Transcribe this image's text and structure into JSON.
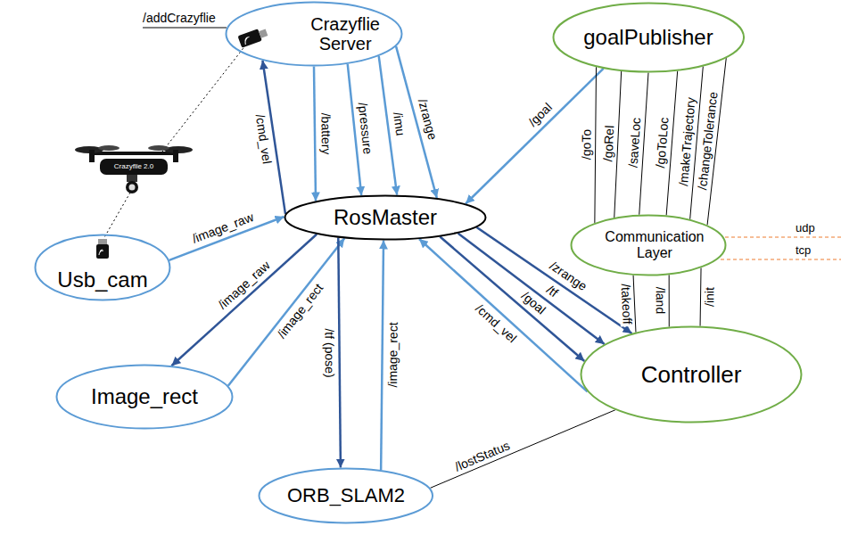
{
  "diagram": {
    "nodes": [
      {
        "text": [
          "Crazyflie Server"
        ]
      },
      {
        "text": [
          "goalPublisher"
        ]
      },
      {
        "text": [
          "RosMaster"
        ]
      },
      {
        "text": [
          "Communication Layer"
        ]
      },
      {
        "text": [
          "Usb_cam"
        ]
      },
      {
        "text": [
          "Controller"
        ]
      },
      {
        "text": [
          "Image_rect"
        ]
      },
      {
        "text": [
          "ORB_SLAM2"
        ]
      }
    ],
    "edges": [
      {
        "from": 2,
        "to": 0,
        "label": "/cmd_vel",
        "arrow": "to"
      },
      {
        "from": 0,
        "to": 2,
        "label": "/battery",
        "arrow": "to"
      },
      {
        "from": 0,
        "to": 2,
        "label": "/pressure",
        "arrow": "to"
      },
      {
        "from": 0,
        "to": 2,
        "label": "/imu",
        "arrow": "to"
      },
      {
        "from": 0,
        "to": 2,
        "label": "/zrange",
        "arrow": "to"
      },
      {
        "from": 1,
        "to": 2,
        "label": "/goal",
        "arrow": "to"
      },
      {
        "from": 4,
        "to": 2,
        "label": "/image_raw",
        "arrow": "to"
      },
      {
        "from": 2,
        "to": 6,
        "label": "/image_raw",
        "arrow": "to"
      },
      {
        "from": 6,
        "to": 2,
        "label": "/image_rect",
        "arrow": "to"
      },
      {
        "from": 2,
        "to": 7,
        "label": "/tf (pose)",
        "arrow": "to"
      },
      {
        "from": 7,
        "to": 2,
        "label": "/image_rect",
        "arrow": "to"
      },
      {
        "from": 2,
        "to": 5,
        "label": "/zrange",
        "arrow": "to"
      },
      {
        "from": 2,
        "to": 5,
        "label": "/tf",
        "arrow": "to"
      },
      {
        "from": 2,
        "to": 5,
        "label": "/goal",
        "arrow": "to"
      },
      {
        "from": 5,
        "to": 2,
        "label": "/cmd_vel",
        "arrow": "to"
      },
      {
        "from": 1,
        "to": 3,
        "label": "/goTo",
        "arrow": "none"
      },
      {
        "from": 1,
        "to": 3,
        "label": "/goRel",
        "arrow": "none"
      },
      {
        "from": 1,
        "to": 3,
        "label": "/saveLoc",
        "arrow": "none"
      },
      {
        "from": 1,
        "to": 3,
        "label": "/goToLoc",
        "arrow": "none"
      },
      {
        "from": 1,
        "to": 3,
        "label": "/makeTrajectory",
        "arrow": "none"
      },
      {
        "from": 1,
        "to": 3,
        "label": "/changeTolerance",
        "arrow": "none"
      },
      {
        "from": 3,
        "to": 5,
        "label": "/takeoff",
        "arrow": "none"
      },
      {
        "from": 3,
        "to": 5,
        "label": "/land",
        "arrow": "none"
      },
      {
        "from": 3,
        "to": 5,
        "label": "/init",
        "arrow": "none"
      },
      {
        "from": 7,
        "to": 5,
        "label": "/lostStatus",
        "arrow": "none"
      }
    ],
    "labels": [
      "/addCrazyflie",
      "Crazyflie 2.0",
      "udp",
      "tcp"
    ]
  }
}
